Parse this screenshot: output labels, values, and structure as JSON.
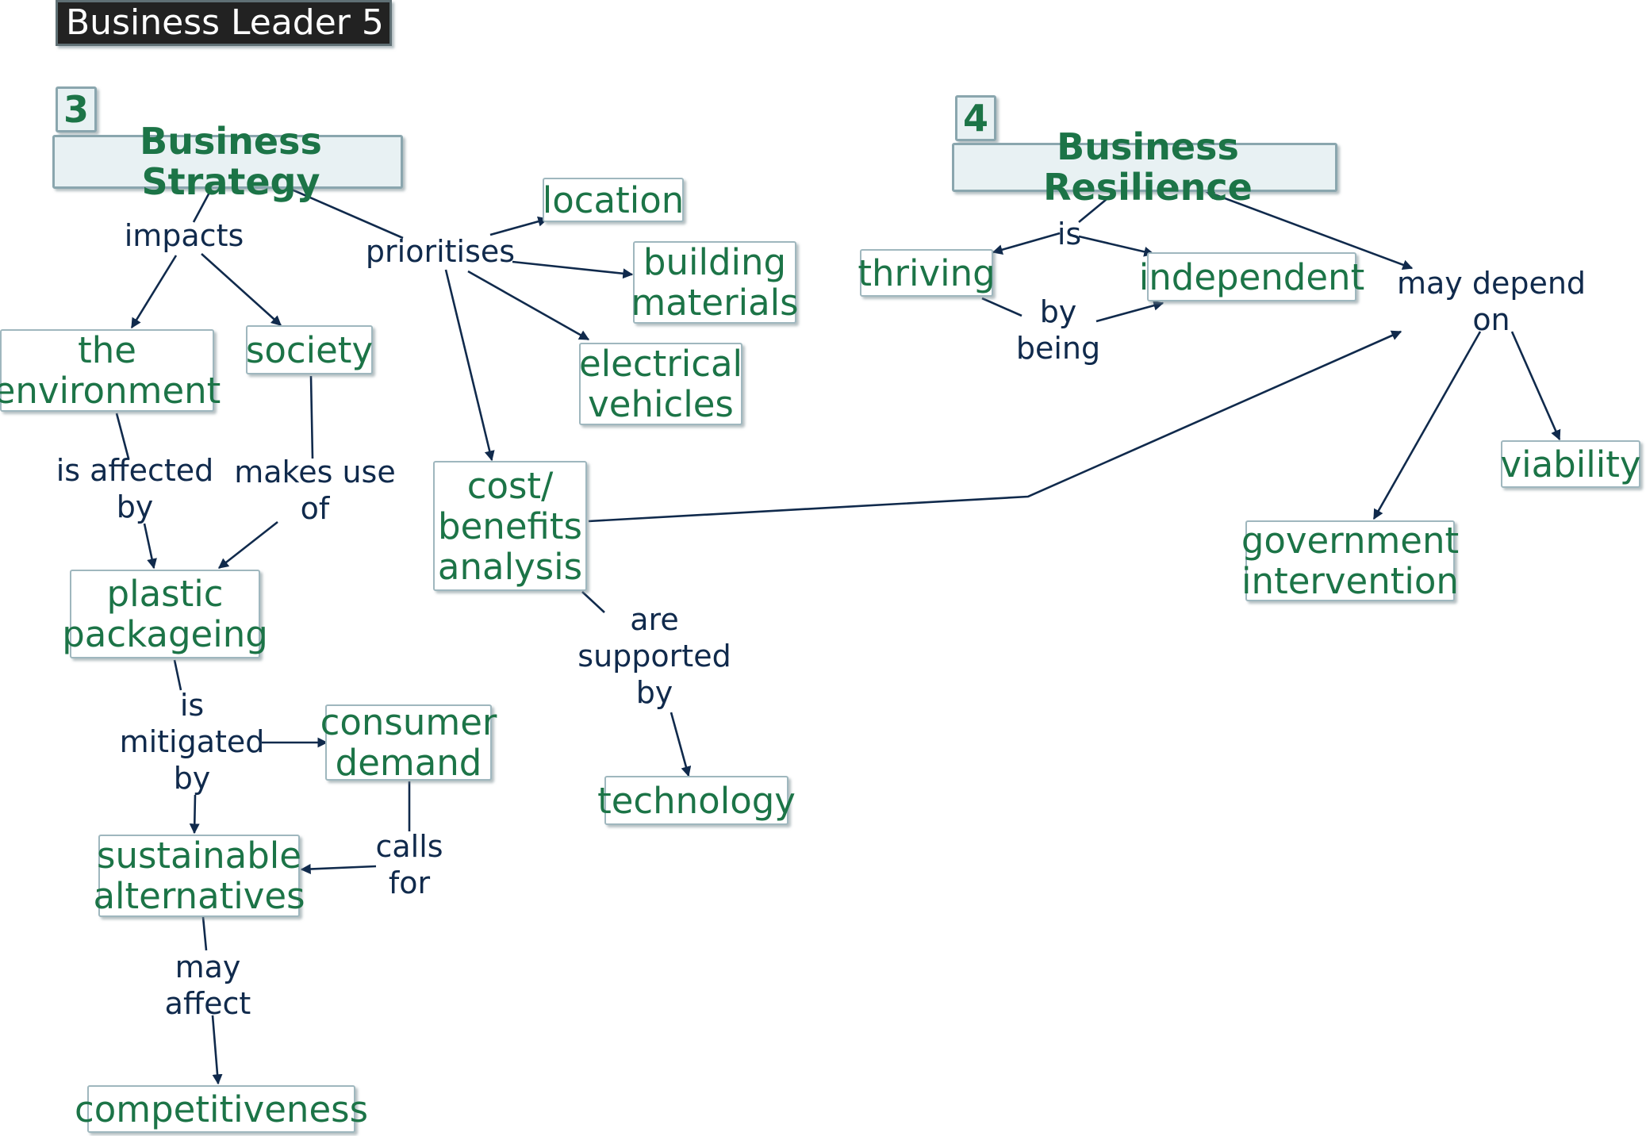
{
  "title": "Business Leader 5",
  "colors": {
    "concept_text": "#1c7447",
    "link_text": "#102a4c",
    "line": "#102a4c",
    "box_border": "#9fb7be"
  },
  "sections": {
    "strategy": {
      "number": "3",
      "heading": "Business Strategy"
    },
    "resilience": {
      "number": "4",
      "heading": "Business Resilience"
    }
  },
  "concepts": {
    "location": "location",
    "building_materials": "building\nmaterials",
    "electrical_vehicles": "electrical\nvehicles",
    "the_environment": "the\nenvironment",
    "society": "society",
    "cost_benefits": "cost/\nbenefits\nanalysis",
    "plastic_packaging": "plastic\npackageing",
    "consumer_demand": "consumer\ndemand",
    "technology": "technology",
    "sustainable_alternatives": "sustainable\nalternatives",
    "competitiveness": "competitiveness",
    "thriving": "thriving",
    "independent": "independent",
    "viability": "viability",
    "government_intervention": "government\nintervention"
  },
  "links": {
    "impacts": "impacts",
    "prioritises": "prioritises",
    "is_affected_by": "is affected\nby",
    "makes_use_of": "makes use\nof",
    "is_mitigated_by": "is\nmitigated\nby",
    "calls_for": "calls\nfor",
    "are_supported_by": "are\nsupported\nby",
    "may_affect": "may\naffect",
    "is": "is",
    "by_being": "by\nbeing",
    "may_depend_on": "may depend\non"
  }
}
